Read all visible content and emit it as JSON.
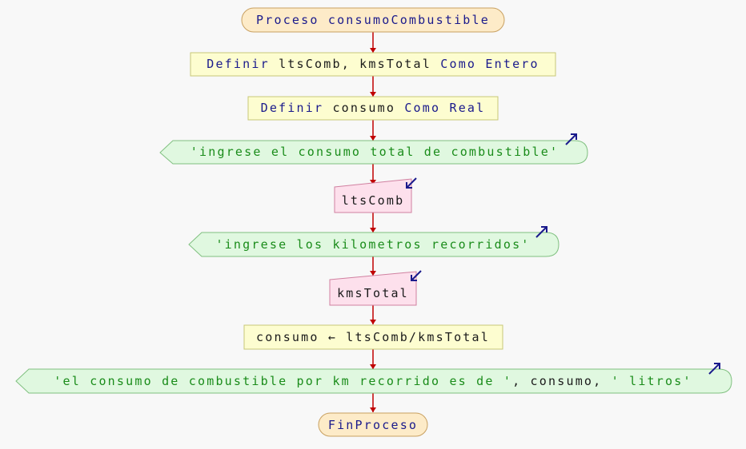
{
  "diagram": {
    "start": {
      "text": "Proceso consumoCombustible"
    },
    "steps": [
      {
        "kind": "process",
        "segments": [
          {
            "text": "Definir ",
            "style": "kw"
          },
          {
            "text": "ltsComb, kmsTotal ",
            "style": "txt"
          },
          {
            "text": "Como Entero",
            "style": "kw"
          }
        ]
      },
      {
        "kind": "process",
        "segments": [
          {
            "text": "Definir ",
            "style": "kw"
          },
          {
            "text": "consumo ",
            "style": "txt"
          },
          {
            "text": "Como Real",
            "style": "kw"
          }
        ]
      },
      {
        "kind": "output",
        "segments": [
          {
            "text": "'ingrese el consumo total de combustible'",
            "style": "str"
          }
        ]
      },
      {
        "kind": "input",
        "segments": [
          {
            "text": "ltsComb",
            "style": "txt"
          }
        ]
      },
      {
        "kind": "output",
        "segments": [
          {
            "text": "'ingrese los kilometros recorridos'",
            "style": "str"
          }
        ]
      },
      {
        "kind": "input",
        "segments": [
          {
            "text": "kmsTotal",
            "style": "txt"
          }
        ]
      },
      {
        "kind": "process",
        "segments": [
          {
            "text": "consumo ← ltsComb/kmsTotal",
            "style": "txt"
          }
        ]
      },
      {
        "kind": "output",
        "segments": [
          {
            "text": "'el consumo de combustible por km recorrido es de '",
            "style": "str"
          },
          {
            "text": ", consumo, ",
            "style": "txt"
          },
          {
            "text": "' litros'",
            "style": "str"
          }
        ]
      }
    ],
    "end": {
      "text": "FinProceso"
    },
    "colors": {
      "terminal_fill": "#fdebc8",
      "terminal_stroke": "#c8a060",
      "process_fill": "#fdfdd0",
      "process_stroke": "#c8c878",
      "output_fill": "#e0f8e0",
      "output_stroke": "#80c080",
      "input_fill": "#fde0ec",
      "input_stroke": "#d080a0",
      "arrow": "#c00000",
      "io_arrow": "#1a1a8c"
    }
  }
}
